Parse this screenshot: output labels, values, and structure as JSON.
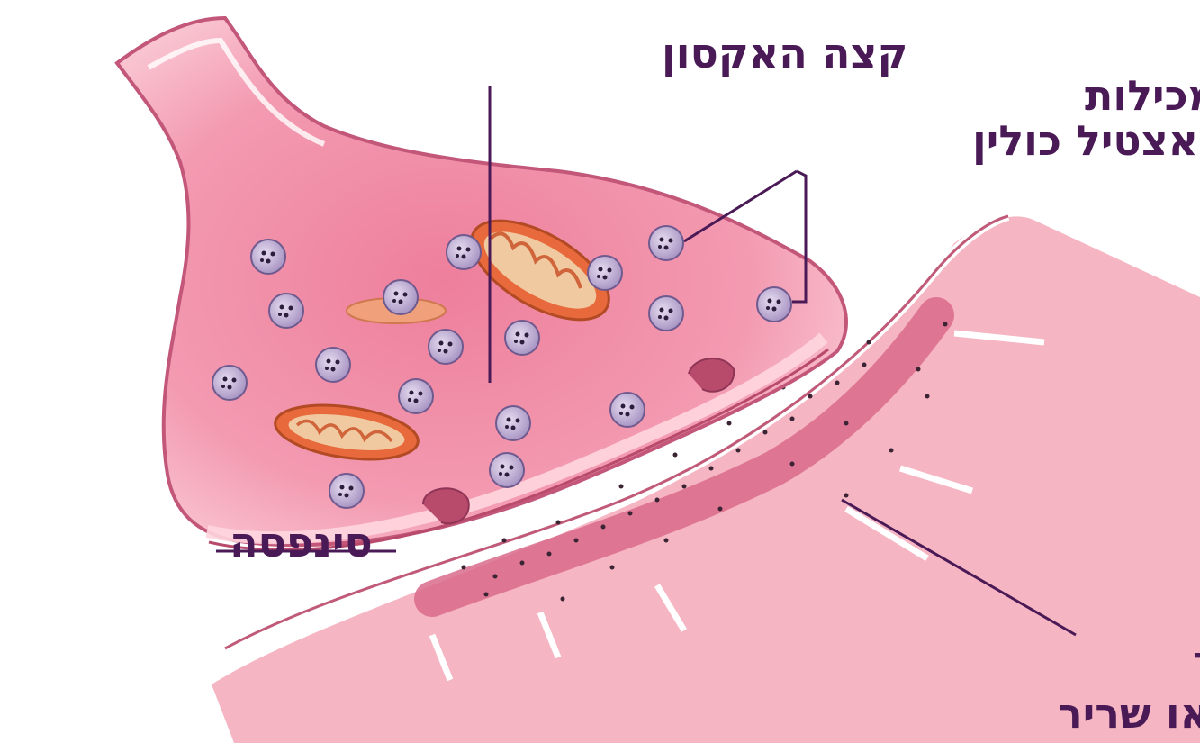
{
  "labels": {
    "axon_terminal": "קצה האקסון",
    "vesicles_line1": "בועיות המכילות",
    "vesicles_line2": "אצטיל כולין",
    "synapse": "סינפסה",
    "target_line1": "תא עצב סמוך",
    "target_line2": "או שריר"
  },
  "colors": {
    "membrane": "#e57b97",
    "cytoplasm": "#f4a6b8",
    "cytoplasm_center": "#ef8aa4",
    "vesicle": "#c8b4d8",
    "mitochondria": "#e0603a",
    "label": "#4a1a56"
  }
}
